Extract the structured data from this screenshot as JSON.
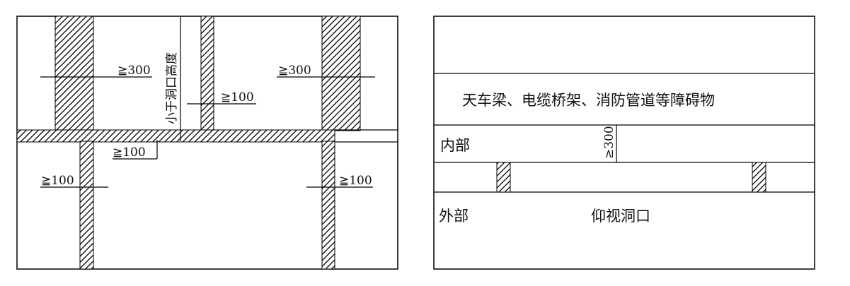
{
  "left_panel": {
    "labels": {
      "top_left_dim": "≧300",
      "top_right_dim": "≧300",
      "small_opening_height": "小于洞口高度",
      "mid_dim": "≧100",
      "lower_mid_dim": "≧100",
      "left_col_dim": "≧100",
      "right_col_dim": "≧100"
    }
  },
  "right_panel": {
    "labels": {
      "obstacle": "天车梁、电缆桥架、消防管道等障碍物",
      "inside": "内部",
      "clearance": "≥300",
      "outside": "外部",
      "bottom_view": "仰视洞口"
    }
  },
  "colors": {
    "line": "#000000",
    "background": "#ffffff"
  }
}
